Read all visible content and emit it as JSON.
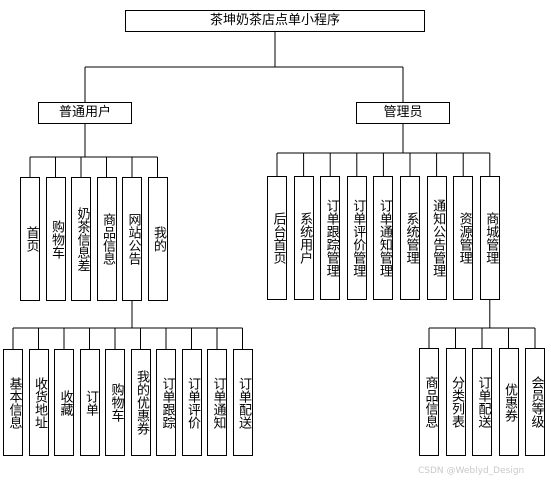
{
  "title": "茶坤奶茶店点单小程序",
  "user": {
    "label": "普通用户",
    "modules": [
      "首页",
      "购物车",
      "奶茶信息差",
      "商品信息",
      "网站公告",
      "我的"
    ],
    "my_items": [
      "基本信息",
      "收货地址",
      "收藏",
      "订单",
      "购物车",
      "我的优惠券",
      "订单跟踪",
      "订单评价",
      "订单通知",
      "订单配送"
    ]
  },
  "admin": {
    "label": "管理员",
    "modules": [
      "后台首页",
      "系统用户",
      "订单跟踪管理",
      "订单评价管理",
      "订单通知管理",
      "系统管理",
      "通知公告管理",
      "资源管理",
      "商城管理"
    ],
    "mall_items": [
      "商品信息",
      "分类列表",
      "订单配送",
      "优惠券",
      "会员等级"
    ]
  },
  "watermark": "CSDN @Weblyd_Design"
}
